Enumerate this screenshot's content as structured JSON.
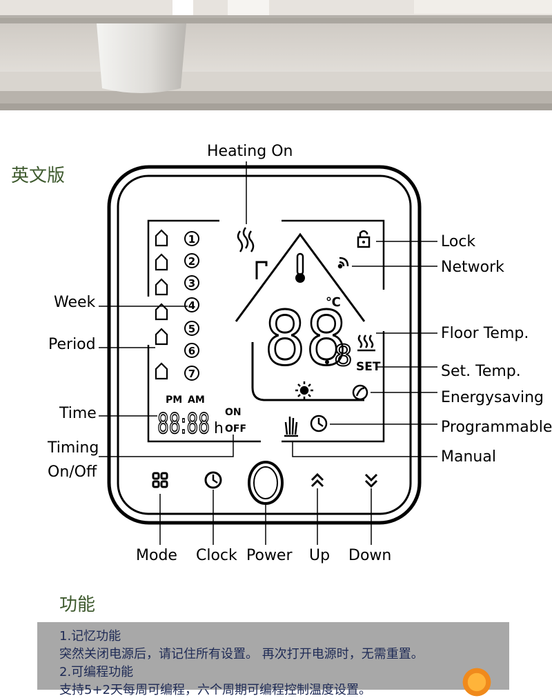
{
  "section_english_title": "英文版",
  "section_function_title": "功能",
  "callouts": {
    "heating_on": "Heating On",
    "lock": "Lock",
    "network": "Network",
    "floor_temp": "Floor Temp.",
    "set_temp": "Set. Temp.",
    "energysaving": "Energysaving",
    "programmable": "Programmable",
    "manual": "Manual",
    "week": "Week",
    "period": "Period",
    "time": "Time",
    "timing_1": "Timing",
    "timing_2": "On/Off"
  },
  "buttons": {
    "mode": "Mode",
    "clock": "Clock",
    "power": "Power",
    "up": "Up",
    "down": "Down"
  },
  "lcd": {
    "pm": "PM",
    "am": "AM",
    "on": "ON",
    "off": "OFF",
    "h": "h",
    "set": "SET",
    "celsius": "℃",
    "days": [
      "1",
      "2",
      "3",
      "4",
      "5",
      "6",
      "7"
    ],
    "time_display": "88:88",
    "temp_display": "88",
    "temp_decimal": "8"
  },
  "functions": {
    "item1_title": "1.记忆功能",
    "item1_text": "突然关闭电源后，请记住所有设置。 再次打开电源时，无需重置。",
    "item2_title": "2.可编程功能",
    "item2_text": "支持5+2天每周可编程，六个周期可编程控制温度设置。"
  },
  "colors": {
    "section_title": "#3e5a2e",
    "function_box": "#a8a8a8",
    "function_text": "#1e2a55",
    "line_art": "#000000"
  }
}
